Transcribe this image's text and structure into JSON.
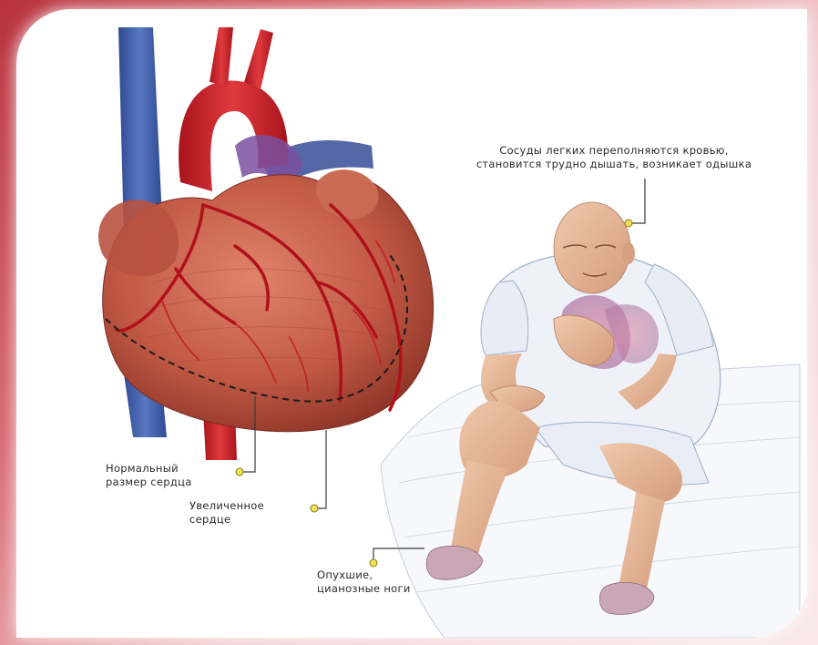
{
  "labels": {
    "lungs": {
      "line1": "Сосуды легких переполняются кровью,",
      "line2": "становится трудно дышать, возникает одышка"
    },
    "normal_heart": {
      "line1": "Нормальный",
      "line2": "размер сердца"
    },
    "enlarged_heart": {
      "line1": "Увеличенное",
      "line2": "сердце"
    },
    "legs": {
      "line1": "Опухшие,",
      "line2": "цианозные ноги"
    }
  },
  "colors": {
    "heart_muscle": "#c8604a",
    "artery": "#c0141c",
    "vein": "#3b5aa8",
    "skin": "#e6b99a",
    "gown": "#eef2f8"
  }
}
